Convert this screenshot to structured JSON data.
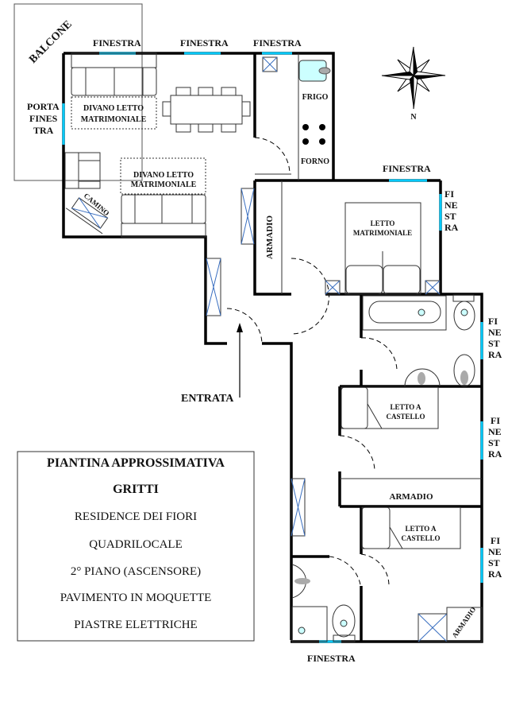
{
  "labels": {
    "balcone": "BALCONE",
    "finestra": "FINESTRA",
    "porta_finestra": [
      "PORTA",
      "FINES",
      "TRA"
    ],
    "finestra_vertical": [
      "FI",
      "NE",
      "ST",
      "RA"
    ],
    "divano_letto": [
      "DIVANO LETTO",
      "MATRIMONIALE"
    ],
    "camino": "CAMINO",
    "frigo": "FRIGO",
    "forno": "FORNO",
    "armadio": "ARMADIO",
    "letto_matrimoniale": [
      "LETTO",
      "MATRIMONIALE"
    ],
    "letto_castello": [
      "LETTO A",
      "CASTELLO"
    ],
    "entrata": "ENTRATA",
    "north": "N"
  },
  "legend": {
    "title": "PIANTINA APPROSSIMATIVA",
    "subtitle": "GRITTI",
    "lines": [
      "RESIDENCE DEI FIORI",
      "QUADRILOCALE",
      "2° PIANO (ASCENSORE)",
      "PAVIMENTO IN MOQUETTE",
      "PIASTRE ELETTRICHE"
    ]
  },
  "colors": {
    "window": "#00c8f8",
    "fixture": "#ccffff"
  }
}
